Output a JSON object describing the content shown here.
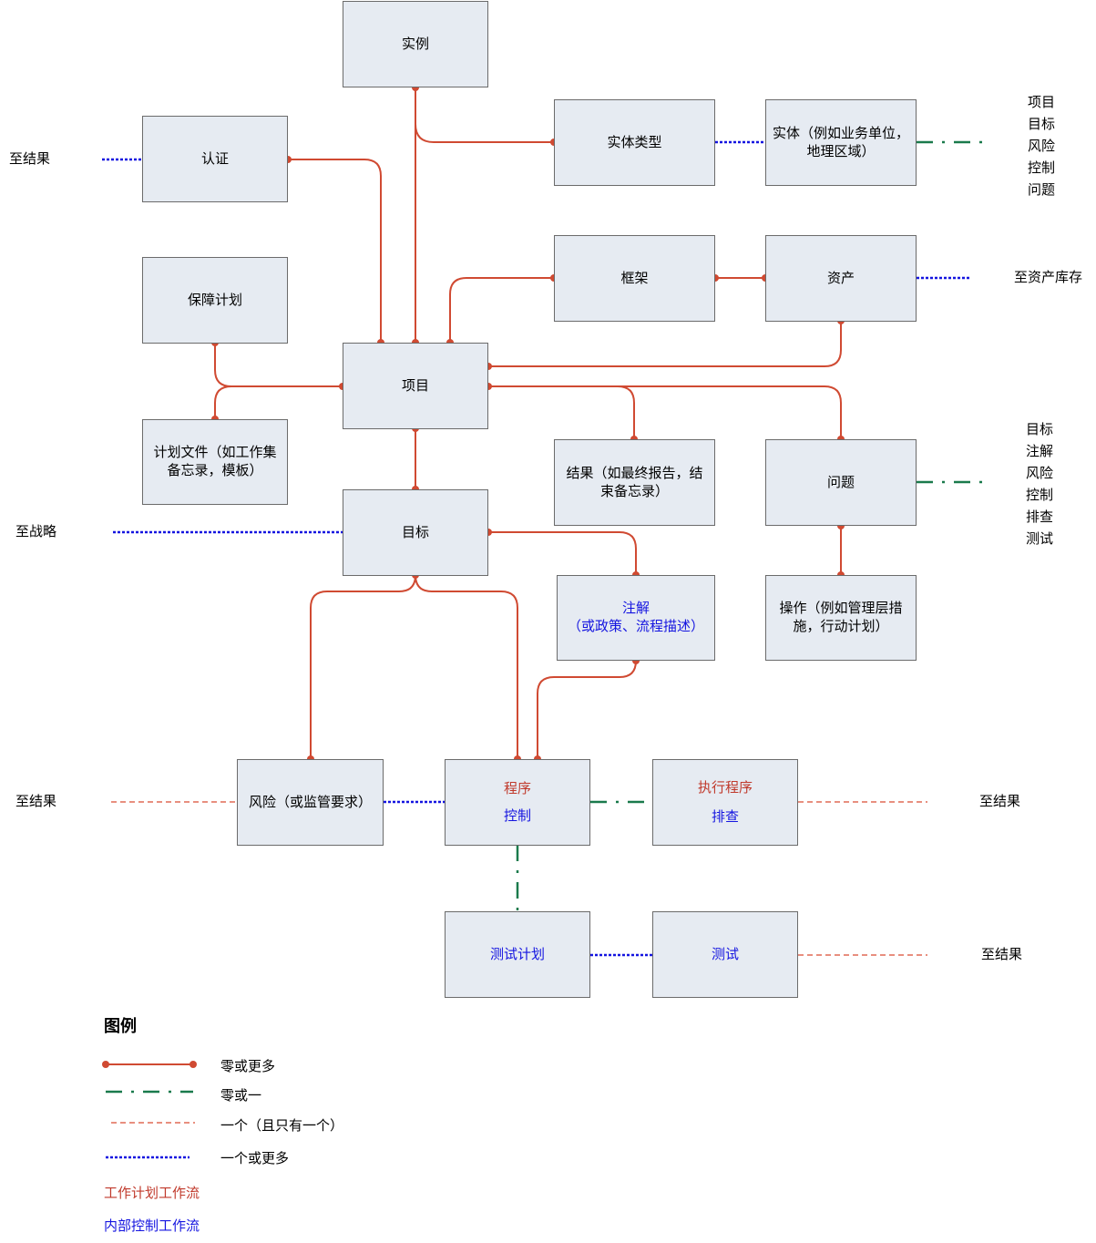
{
  "boxes": {
    "instance": "实例",
    "entity_type": "实体类型",
    "entity": "实体（例如业务单位，地理区域）",
    "certification": "认证",
    "framework": "框架",
    "asset": "资产",
    "assurance_plan": "保障计划",
    "project": "项目",
    "plan_file": "计划文件（如工作集备忘录，模板）",
    "result": "结果（如最终报告，结束备忘录）",
    "issue": "问题",
    "objective": "目标",
    "narrative_title": "注解",
    "narrative_sub": "（或政策、流程描述）",
    "action": "操作（例如管理层措施，行动计划）",
    "risk": "风险（或监管要求）",
    "procedure": "程序",
    "control": "控制",
    "exec_procedure": "执行程序",
    "walkthrough": "排查",
    "test_plan": "测试计划",
    "test": "测试"
  },
  "external": {
    "to_result_cert": "至结果",
    "entity_links": [
      "项目",
      "目标",
      "风险",
      "控制",
      "问题"
    ],
    "to_asset_inventory": "至资产库存",
    "issue_links": [
      "目标",
      "注解",
      "风险",
      "控制",
      "排查",
      "测试"
    ],
    "to_strategy": "至战略",
    "to_result_risk": "至结果",
    "to_result_exec": "至结果",
    "to_result_test": "至结果"
  },
  "legend": {
    "title": "图例",
    "zero_or_more": "零或更多",
    "zero_or_one": "零或一",
    "exactly_one": "一个（且只有一个）",
    "one_or_more": "一个或更多",
    "workplan_flow": "工作计划工作流",
    "internal_control_flow": "内部控制工作流"
  },
  "colors": {
    "zero_or_more": "#d04a32",
    "zero_or_one": "#1a7a4c",
    "exactly_one": "#e06a55",
    "one_or_more": "#1515e0",
    "workplan_text": "#c0392b",
    "internal_control_text": "#1515e0",
    "box_fill": "#e6ebf2"
  }
}
